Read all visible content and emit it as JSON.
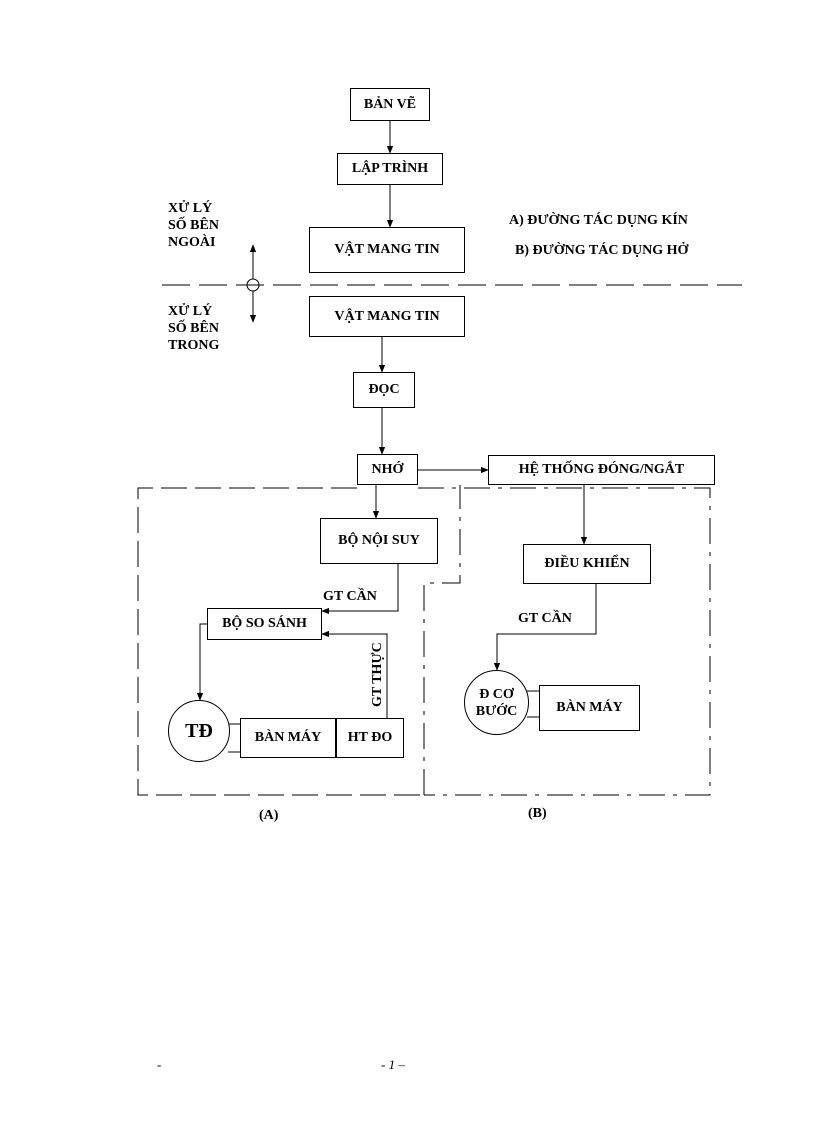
{
  "left_labels": {
    "outside_line1": "XỬ LÝ",
    "outside_line2": "SỐ BÊN",
    "outside_line3": "NGOÀI",
    "inside_line1": "XỬ LÝ",
    "inside_line2": "SỐ BÊN",
    "inside_line3": "TRONG"
  },
  "legend": {
    "a": "A) ĐƯỜNG TÁC DỤNG KÍN",
    "b": "B) ĐƯỜNG TÁC DỤNG HỞ"
  },
  "boxes": {
    "ban_ve": "BẢN VẼ",
    "lap_trinh": "LẬP TRÌNH",
    "vat_mang_tin_top": "VẬT MANG TIN",
    "vat_mang_tin_bottom": "VẬT MANG TIN",
    "doc": "ĐỌC",
    "nho": "NHỚ",
    "he_thong": "HỆ THỐNG ĐÓNG/NGẮT",
    "bo_noi_suy": "BỘ NỘI SUY",
    "bo_so_sanh": "BỘ SO SÁNH",
    "ban_may_a": "BÀN MÁY",
    "ht_do": "HT ĐO",
    "dieu_khien": "ĐIỀU KHIỂN",
    "ban_may_b": "BÀN MÁY"
  },
  "circles": {
    "td": "TĐ",
    "dco_line1": "Đ CƠ",
    "dco_line2": "BƯỚC"
  },
  "signals": {
    "gt_can_a": "GT CẦN",
    "gt_thuc": "GT THỰC",
    "gt_can_b": "GT CẦN"
  },
  "section_labels": {
    "a": "(A)",
    "b": "(B)"
  },
  "footer": {
    "left": "-",
    "page": "- 1 –"
  }
}
